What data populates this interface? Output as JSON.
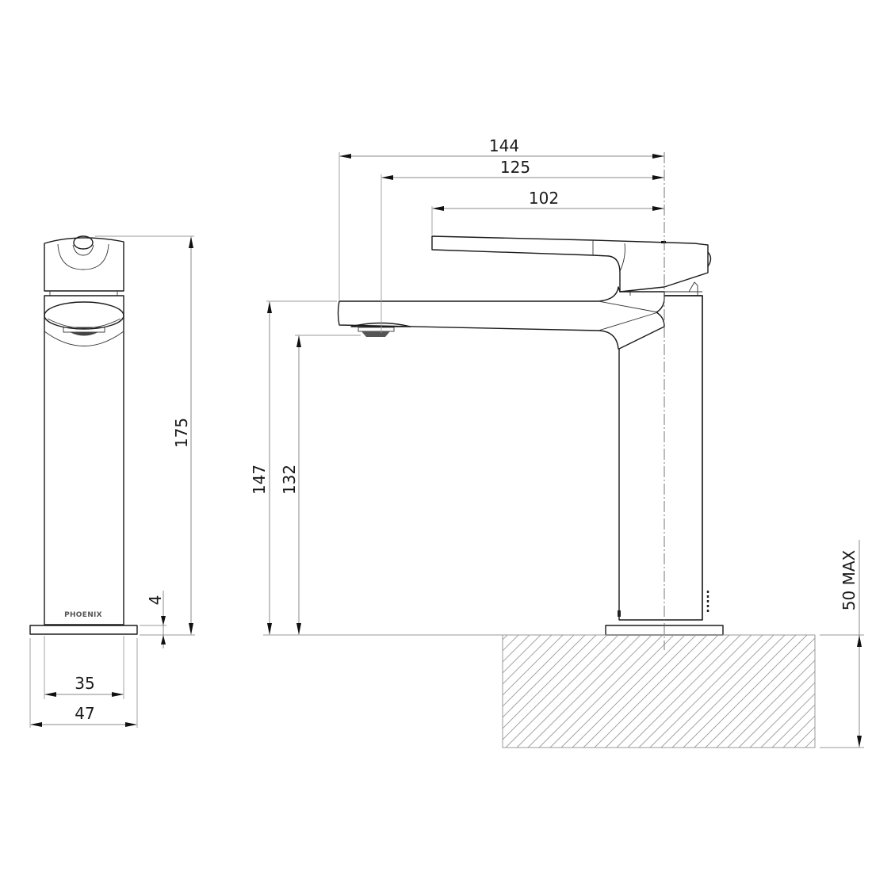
{
  "drawing": {
    "type": "technical-dimension-drawing",
    "subject": "basin mixer tap",
    "brand_mark": "PHOENIX",
    "units": "mm",
    "front_view": {
      "dimensions": {
        "overall_height": "175",
        "base_plate_thickness": "4",
        "body_width": "35",
        "base_plate_width": "47"
      }
    },
    "side_view": {
      "dimensions": {
        "overall_reach": "144",
        "spout_outlet_reach": "125",
        "handle_reach": "102",
        "spout_top_height": "147",
        "outlet_height": "132",
        "max_bench_thickness": "50 MAX"
      }
    },
    "colors": {
      "line": "#1a1a1a",
      "dimension_line": "#888888",
      "hatch": "#9a9a9a",
      "background": "#ffffff"
    }
  }
}
